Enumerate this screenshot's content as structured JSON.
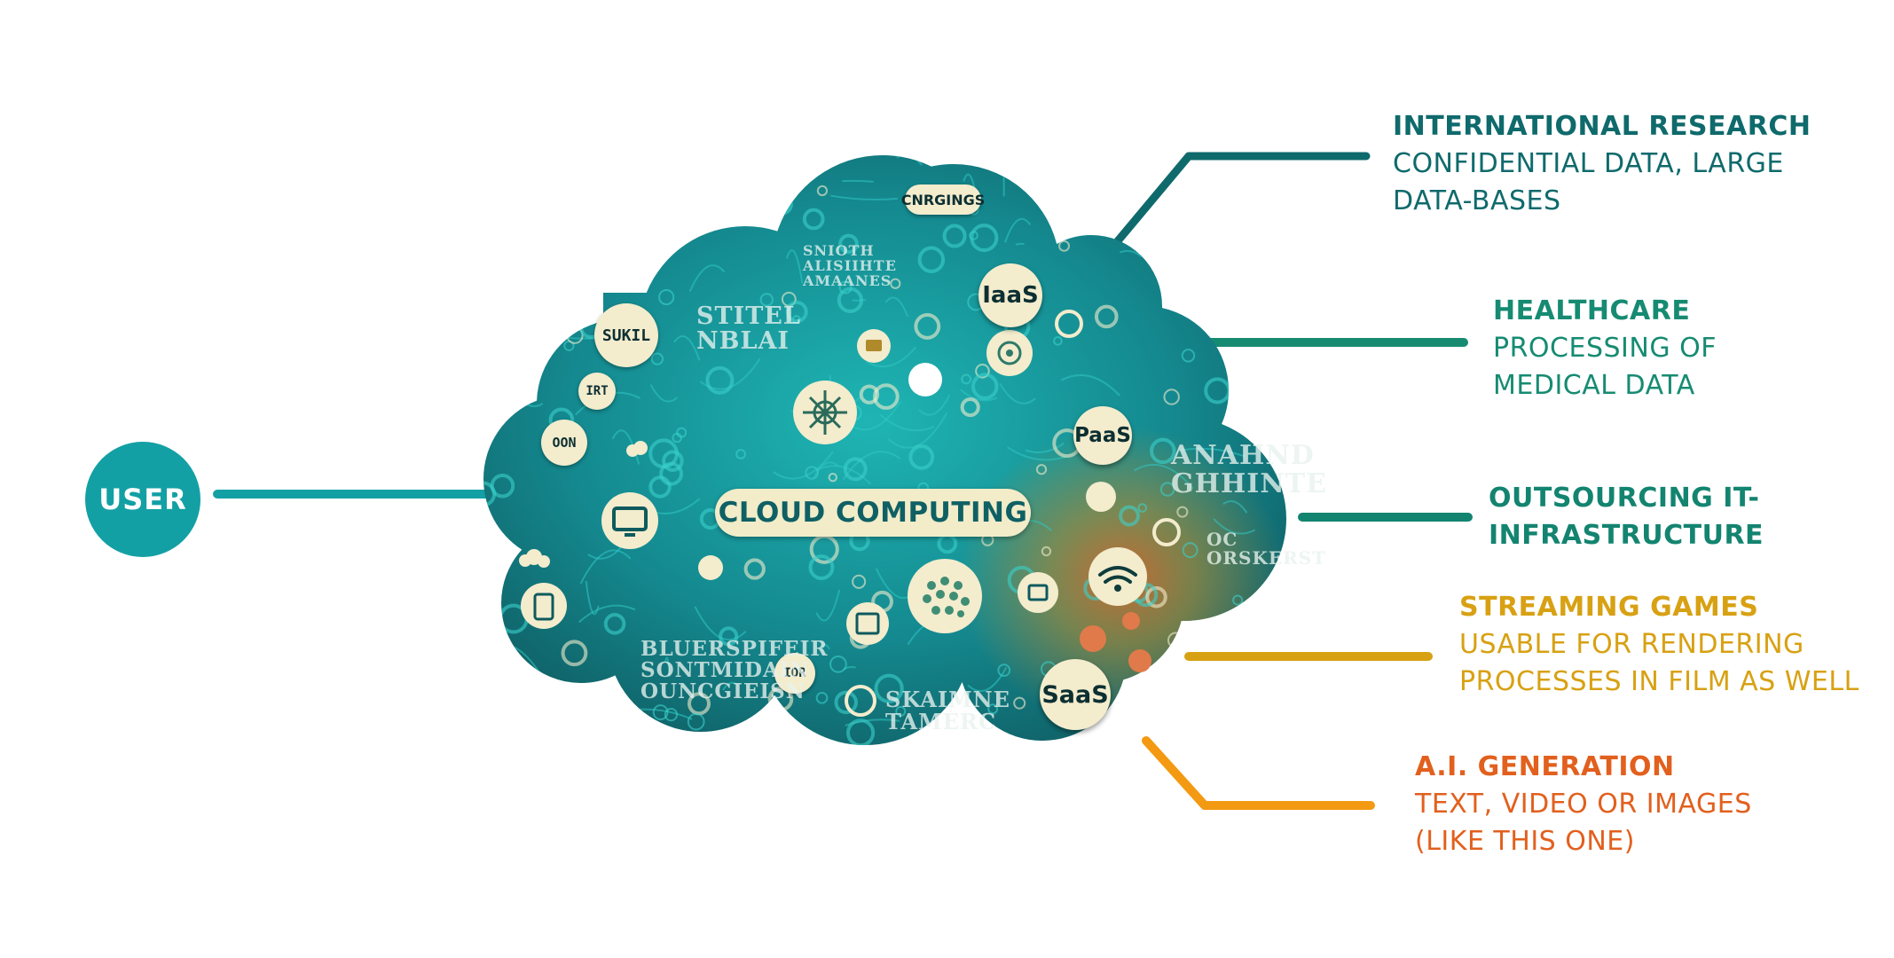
{
  "center_label": "CLOUD COMPUTING",
  "user_label": "USER",
  "badges": {
    "iaas": "IaaS",
    "paas": "PaaS",
    "saas": "SaaS"
  },
  "decorative_text": {
    "cloud_tag": "CNRGINGS",
    "sukil": "SUKIL",
    "irt": "IRT",
    "oon": "OON",
    "ior": "IOR",
    "stitel": "STITEL\nNBLAI",
    "anahnd": "ANAHND\nGHHINTE",
    "oc": "OC\nORSKERST",
    "bluer": "BLUERSPIFEIR\nSONTMIDAIN\nOUNCGIEISN",
    "skaimne": "SKAIMNE\nTAMERC",
    "snioth": "SNIOTH\nALISIIHTE\nAMAANES"
  },
  "callouts": [
    {
      "id": "international-research",
      "title": "INTERNATIONAL RESEARCH",
      "lines": [
        "CONFIDENTIAL DATA, LARGE",
        "DATA-BASES"
      ],
      "title_color": "#0f6a6c",
      "desc_color": "#0f6a6c"
    },
    {
      "id": "healthcare",
      "title": "HEALTHCARE",
      "lines": [
        "PROCESSING OF",
        "MEDICAL DATA"
      ],
      "title_color": "#168b72",
      "desc_color": "#168b72"
    },
    {
      "id": "outsourcing",
      "title": "OUTSOURCING IT-",
      "lines": [
        "INFRASTRUCTURE"
      ],
      "title_color": "#138470",
      "desc_color": "#138470"
    },
    {
      "id": "streaming-games",
      "title": "STREAMING GAMES",
      "lines": [
        "USABLE FOR RENDERING",
        "PROCESSES IN FILM AS WELL"
      ],
      "title_color": "#d8a113",
      "desc_color": "#d8a113"
    },
    {
      "id": "ai-generation",
      "title": "A.I. GENERATION",
      "lines": [
        "TEXT, VIDEO OR IMAGES",
        "(LIKE THIS ONE)"
      ],
      "title_color": "#e2601e",
      "desc_color": "#e2601e"
    }
  ],
  "colors": {
    "cloud_dark": "#0f5a5e",
    "cloud_mid": "#14848a",
    "cloud_light": "#1fb5b4",
    "cream": "#f3eccd",
    "user_line": "#13a0a4",
    "line_research": "#0f6a6c",
    "line_health": "#168b72",
    "line_outsource": "#138470",
    "line_streaming": "#d8a113",
    "line_ai": "#f39a12"
  }
}
